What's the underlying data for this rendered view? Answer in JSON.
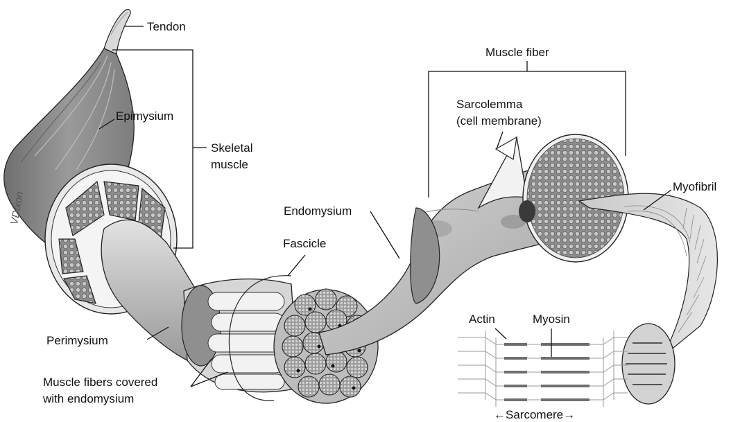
{
  "labels": {
    "tendon": "Tendon",
    "epimysium": "Epimysium",
    "skeletal_muscle_line1": "Skeletal",
    "skeletal_muscle_line2": "muscle",
    "perimysium": "Perimysium",
    "muscle_fibers_line1": "Muscle fibers covered",
    "muscle_fibers_line2": "with endomysium",
    "fascicle": "Fascicle",
    "endomysium": "Endomysium",
    "muscle_fiber": "Muscle fiber",
    "sarcolemma_line1": "Sarcolemma",
    "sarcolemma_line2": "(cell membrane)",
    "myofibril": "Myofibril",
    "actin": "Actin",
    "myosin": "Myosin",
    "sarcomere": "←Sarcomere→"
  },
  "signature": "VDixon",
  "colors": {
    "line": "#111111",
    "muscle_dark": "#7a7a7a",
    "muscle_mid": "#a9a9a9",
    "muscle_light": "#d4d4d4",
    "sheath": "#8f8f8f"
  }
}
